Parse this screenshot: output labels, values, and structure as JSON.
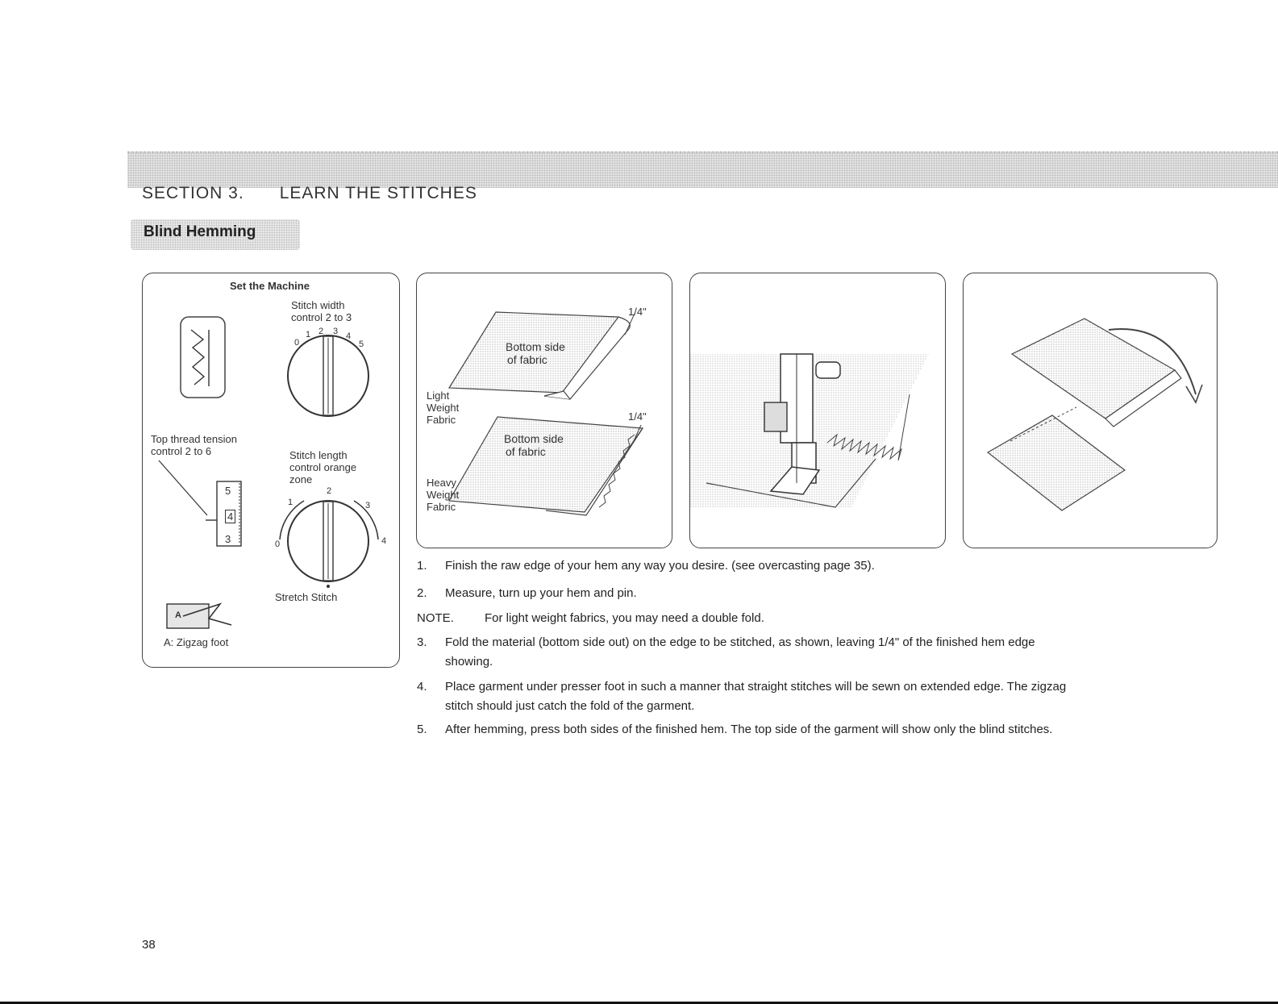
{
  "header": {
    "section": "SECTION 3.",
    "section_title": "LEARN THE STITCHES",
    "subtitle": "Blind Hemming"
  },
  "machine_panel": {
    "title": "Set the Machine",
    "width_label_1": "Stitch width",
    "width_label_2": "control 2 to 3",
    "width_ticks": [
      "0",
      "1",
      "2",
      "3",
      "4",
      "5"
    ],
    "tension_label_1": "Top thread tension",
    "tension_label_2": "control 2 to 6",
    "tension_values": [
      "5",
      "4",
      "3"
    ],
    "length_label_1": "Stitch length",
    "length_label_2": "control orange",
    "length_label_3": "zone",
    "length_ticks": [
      "0",
      "1",
      "2",
      "3",
      "4"
    ],
    "stretch_label": "Stretch Stitch",
    "foot_label": "A: Zigzag foot",
    "foot_letter": "A"
  },
  "fabric_panel": {
    "bottom_side_1": "Bottom side",
    "bottom_side_2": "of fabric",
    "quarter_inch": "1/4\"",
    "light_1": "Light",
    "light_2": "Weight",
    "light_3": "Fabric",
    "heavy_1": "Heavy",
    "heavy_2": "Weight",
    "heavy_3": "Fabric"
  },
  "steps": [
    {
      "num": "1.",
      "text": "Finish the raw edge of your hem any way you desire. (see overcasting page 35)."
    },
    {
      "num": "2.",
      "text": "Measure, turn up your hem and pin."
    },
    {
      "num": "NOTE.",
      "text": "For light weight fabrics, you may need a double fold."
    },
    {
      "num": "3.",
      "line1": "Fold the material (bottom side out) on the edge to be stitched, as shown, leaving 1/4\" of the finished hem edge",
      "line2": "showing."
    },
    {
      "num": "4.",
      "line1": "Place garment under presser foot in such a manner that straight stitches will be sewn on extended edge. The zigzag",
      "line2": "stitch should just catch the fold of the garment."
    },
    {
      "num": "5.",
      "text": "After hemming, press both sides of the finished hem. The top side of the garment will show only the blind stitches."
    }
  ],
  "page_number": "38"
}
